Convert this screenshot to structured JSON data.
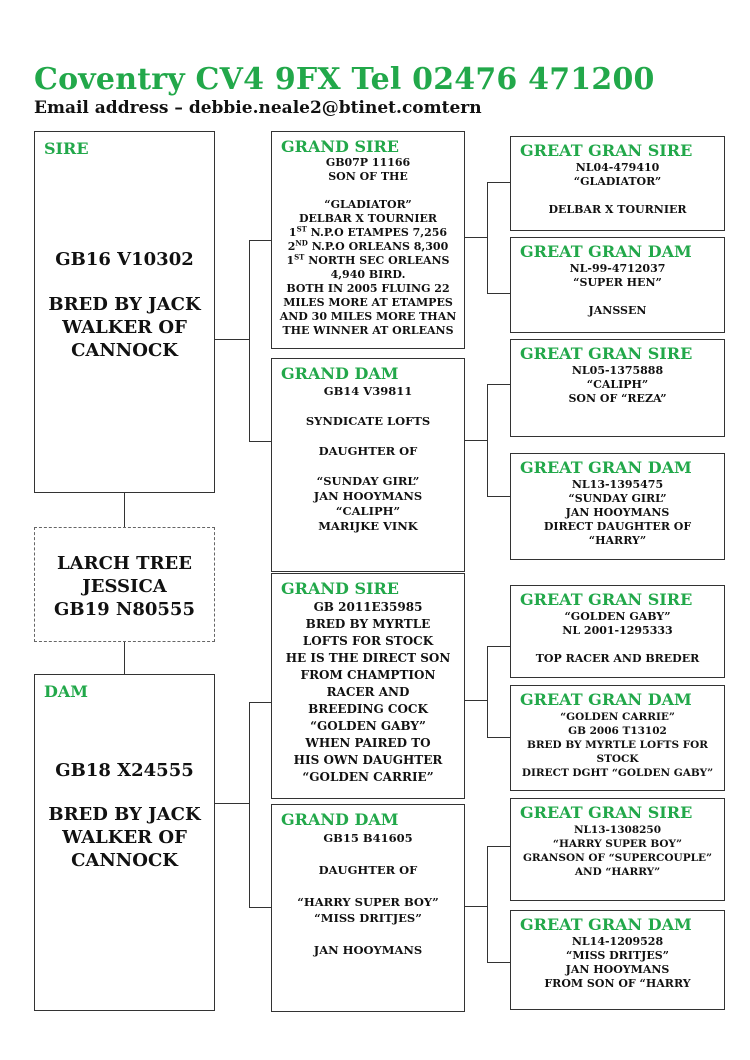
{
  "header": {
    "address_line": "Coventry CV4 9FX Tel 02476 471200",
    "email_line": "Email address – debbie.neale2@btinet.comtern"
  },
  "subject": {
    "lines": [
      "LARCH TREE",
      "JESSICA",
      "GB19 N80555"
    ]
  },
  "sire": {
    "label": "SIRE",
    "ring": "GB16 V10302",
    "breeder_lines": [
      "BRED BY JACK",
      "WALKER OF",
      "CANNOCK"
    ]
  },
  "dam": {
    "label": "DAM",
    "ring": "GB18 X24555",
    "breeder_lines": [
      "BRED BY JACK",
      "WALKER OF",
      "CANNOCK"
    ]
  },
  "sire_grand_sire": {
    "label": "GRAND SIRE",
    "line1": "GB07P 11166",
    "line2": "SON OF THE",
    "line3": "“GLADIATOR”",
    "line4": "DELBAR X TOURNIER",
    "result1_pre": "1",
    "result1_sup": "ST",
    "result1_post": " N.P.O ETAMPES 7,256",
    "result2_pre": "2",
    "result2_sup": "ND",
    "result2_post": " N.P.O ORLEANS 8,300",
    "result3_pre": "1",
    "result3_sup": "ST",
    "result3_post": " NORTH SEC ORLEANS",
    "line8": "4,940 BIRD.",
    "line9": "BOTH IN 2005 FLUING 22",
    "line10": "MILES MORE AT ETAMPES",
    "line11": "AND 30 MILES MORE THAN",
    "line12": "THE WINNER AT ORLEANS"
  },
  "sire_grand_dam": {
    "label": "GRAND DAM",
    "text": "GB14 V39811\n\nSYNDICATE LOFTS\n\nDAUGHTER OF\n\n“SUNDAY GIRL”\nJAN HOOYMANS\n“CALIPH”\nMARIJKE VINK"
  },
  "dam_grand_sire": {
    "label": "GRAND SIRE",
    "text": "GB 2011E35985\nBRED BY MYRTLE\nLOFTS FOR STOCK\nHE IS THE DIRECT SON\nFROM CHAMPTION\nRACER AND\nBREEDING COCK\n“GOLDEN GABY”\nWHEN PAIRED TO\nHIS OWN DAUGHTER\n“GOLDEN CARRIE”"
  },
  "dam_grand_dam": {
    "label": "GRAND DAM",
    "text": "GB15 B41605\n\nDAUGHTER OF\n\n“HARRY SUPER BOY”\n“MISS DRITJES”\n\nJAN HOOYMANS"
  },
  "great": [
    {
      "label": "GREAT GRAN SIRE",
      "text": "NL04-479410\n“GLADIATOR”\n\nDELBAR X TOURNIER"
    },
    {
      "label": "GREAT GRAN DAM",
      "text": "NL-99-4712037\n“SUPER HEN”\n\nJANSSEN"
    },
    {
      "label": "GREAT GRAN SIRE",
      "text": "NL05-1375888\n“CALIPH”\nSON OF “REZA”"
    },
    {
      "label": "GREAT GRAN DAM",
      "text": "NL13-1395475\n“SUNDAY GIRL”\nJAN HOOYMANS\nDIRECT DAUGHTER OF\n“HARRY”"
    },
    {
      "label": "GREAT GRAN SIRE",
      "text": "“GOLDEN GABY”\nNL 2001-1295333\n\nTOP RACER AND BREDER"
    },
    {
      "label": "GREAT GRAN DAM",
      "text": "“GOLDEN CARRIE”\nGB 2006 T13102\nBRED BY MYRTLE LOFTS FOR\nSTOCK\nDIRECT DGHT “GOLDEN GABY”"
    },
    {
      "label": "GREAT GRAN SIRE",
      "text": "NL13-1308250\n“HARRY SUPER BOY”\nGRANSON OF “SUPERCOUPLE”\nAND “HARRY”"
    },
    {
      "label": "GREAT GRAN DAM",
      "text": "NL14-1209528\n“MISS DRITJES”\nJAN HOOYMANS\nFROM SON OF “HARRY"
    }
  ]
}
